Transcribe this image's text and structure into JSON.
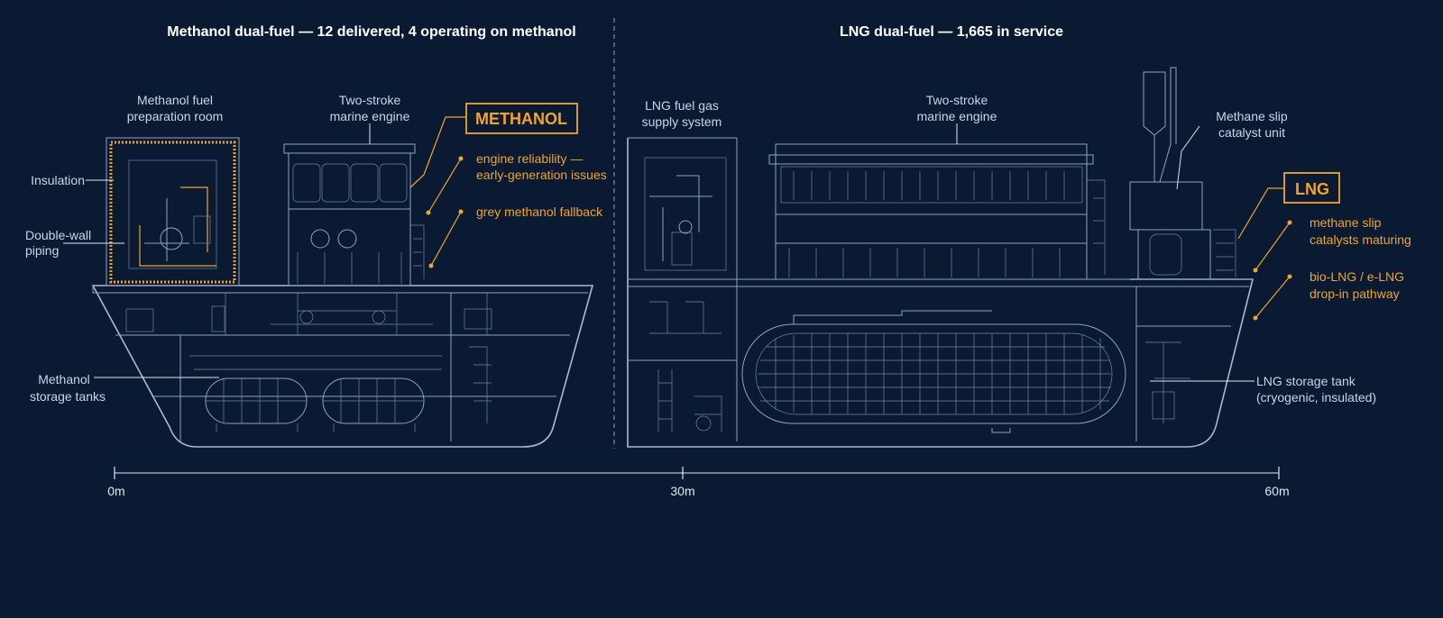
{
  "titles": {
    "methanol": "Methanol dual-fuel — 12 delivered, 4 operating on methanol",
    "lng": "LNG dual-fuel — 1,665 in service"
  },
  "methanol_ship": {
    "labels": {
      "prep_room": [
        "Methanol fuel",
        "preparation room"
      ],
      "engine": [
        "Two-stroke",
        "marine engine"
      ],
      "insulation": "Insulation",
      "piping": [
        "Double-wall",
        "piping"
      ],
      "tanks": [
        "Methanol",
        "storage tanks"
      ]
    },
    "badge": "METHANOL",
    "notes": {
      "reliability": [
        "engine reliability —",
        "early-generation issues"
      ],
      "fallback": "grey methanol fallback"
    }
  },
  "lng_ship": {
    "labels": {
      "fuel_gas": [
        "LNG fuel gas",
        "supply system"
      ],
      "engine": [
        "Two-stroke",
        "marine engine"
      ],
      "catalyst": [
        "Methane slip",
        "catalyst unit"
      ],
      "tank": [
        "LNG storage tank",
        "(cryogenic, insulated)"
      ]
    },
    "badge": "LNG",
    "notes": {
      "slip": [
        "methane slip",
        "catalysts maturing"
      ],
      "bio": [
        "bio-LNG / e-LNG",
        "drop-in pathway"
      ]
    }
  },
  "scale": {
    "ticks": [
      "0m",
      "30m",
      "60m"
    ]
  },
  "colors": {
    "background": "#0b1a33",
    "accent": "#f0a52a",
    "linework": "#a9bad2",
    "text": "#ffffff"
  }
}
